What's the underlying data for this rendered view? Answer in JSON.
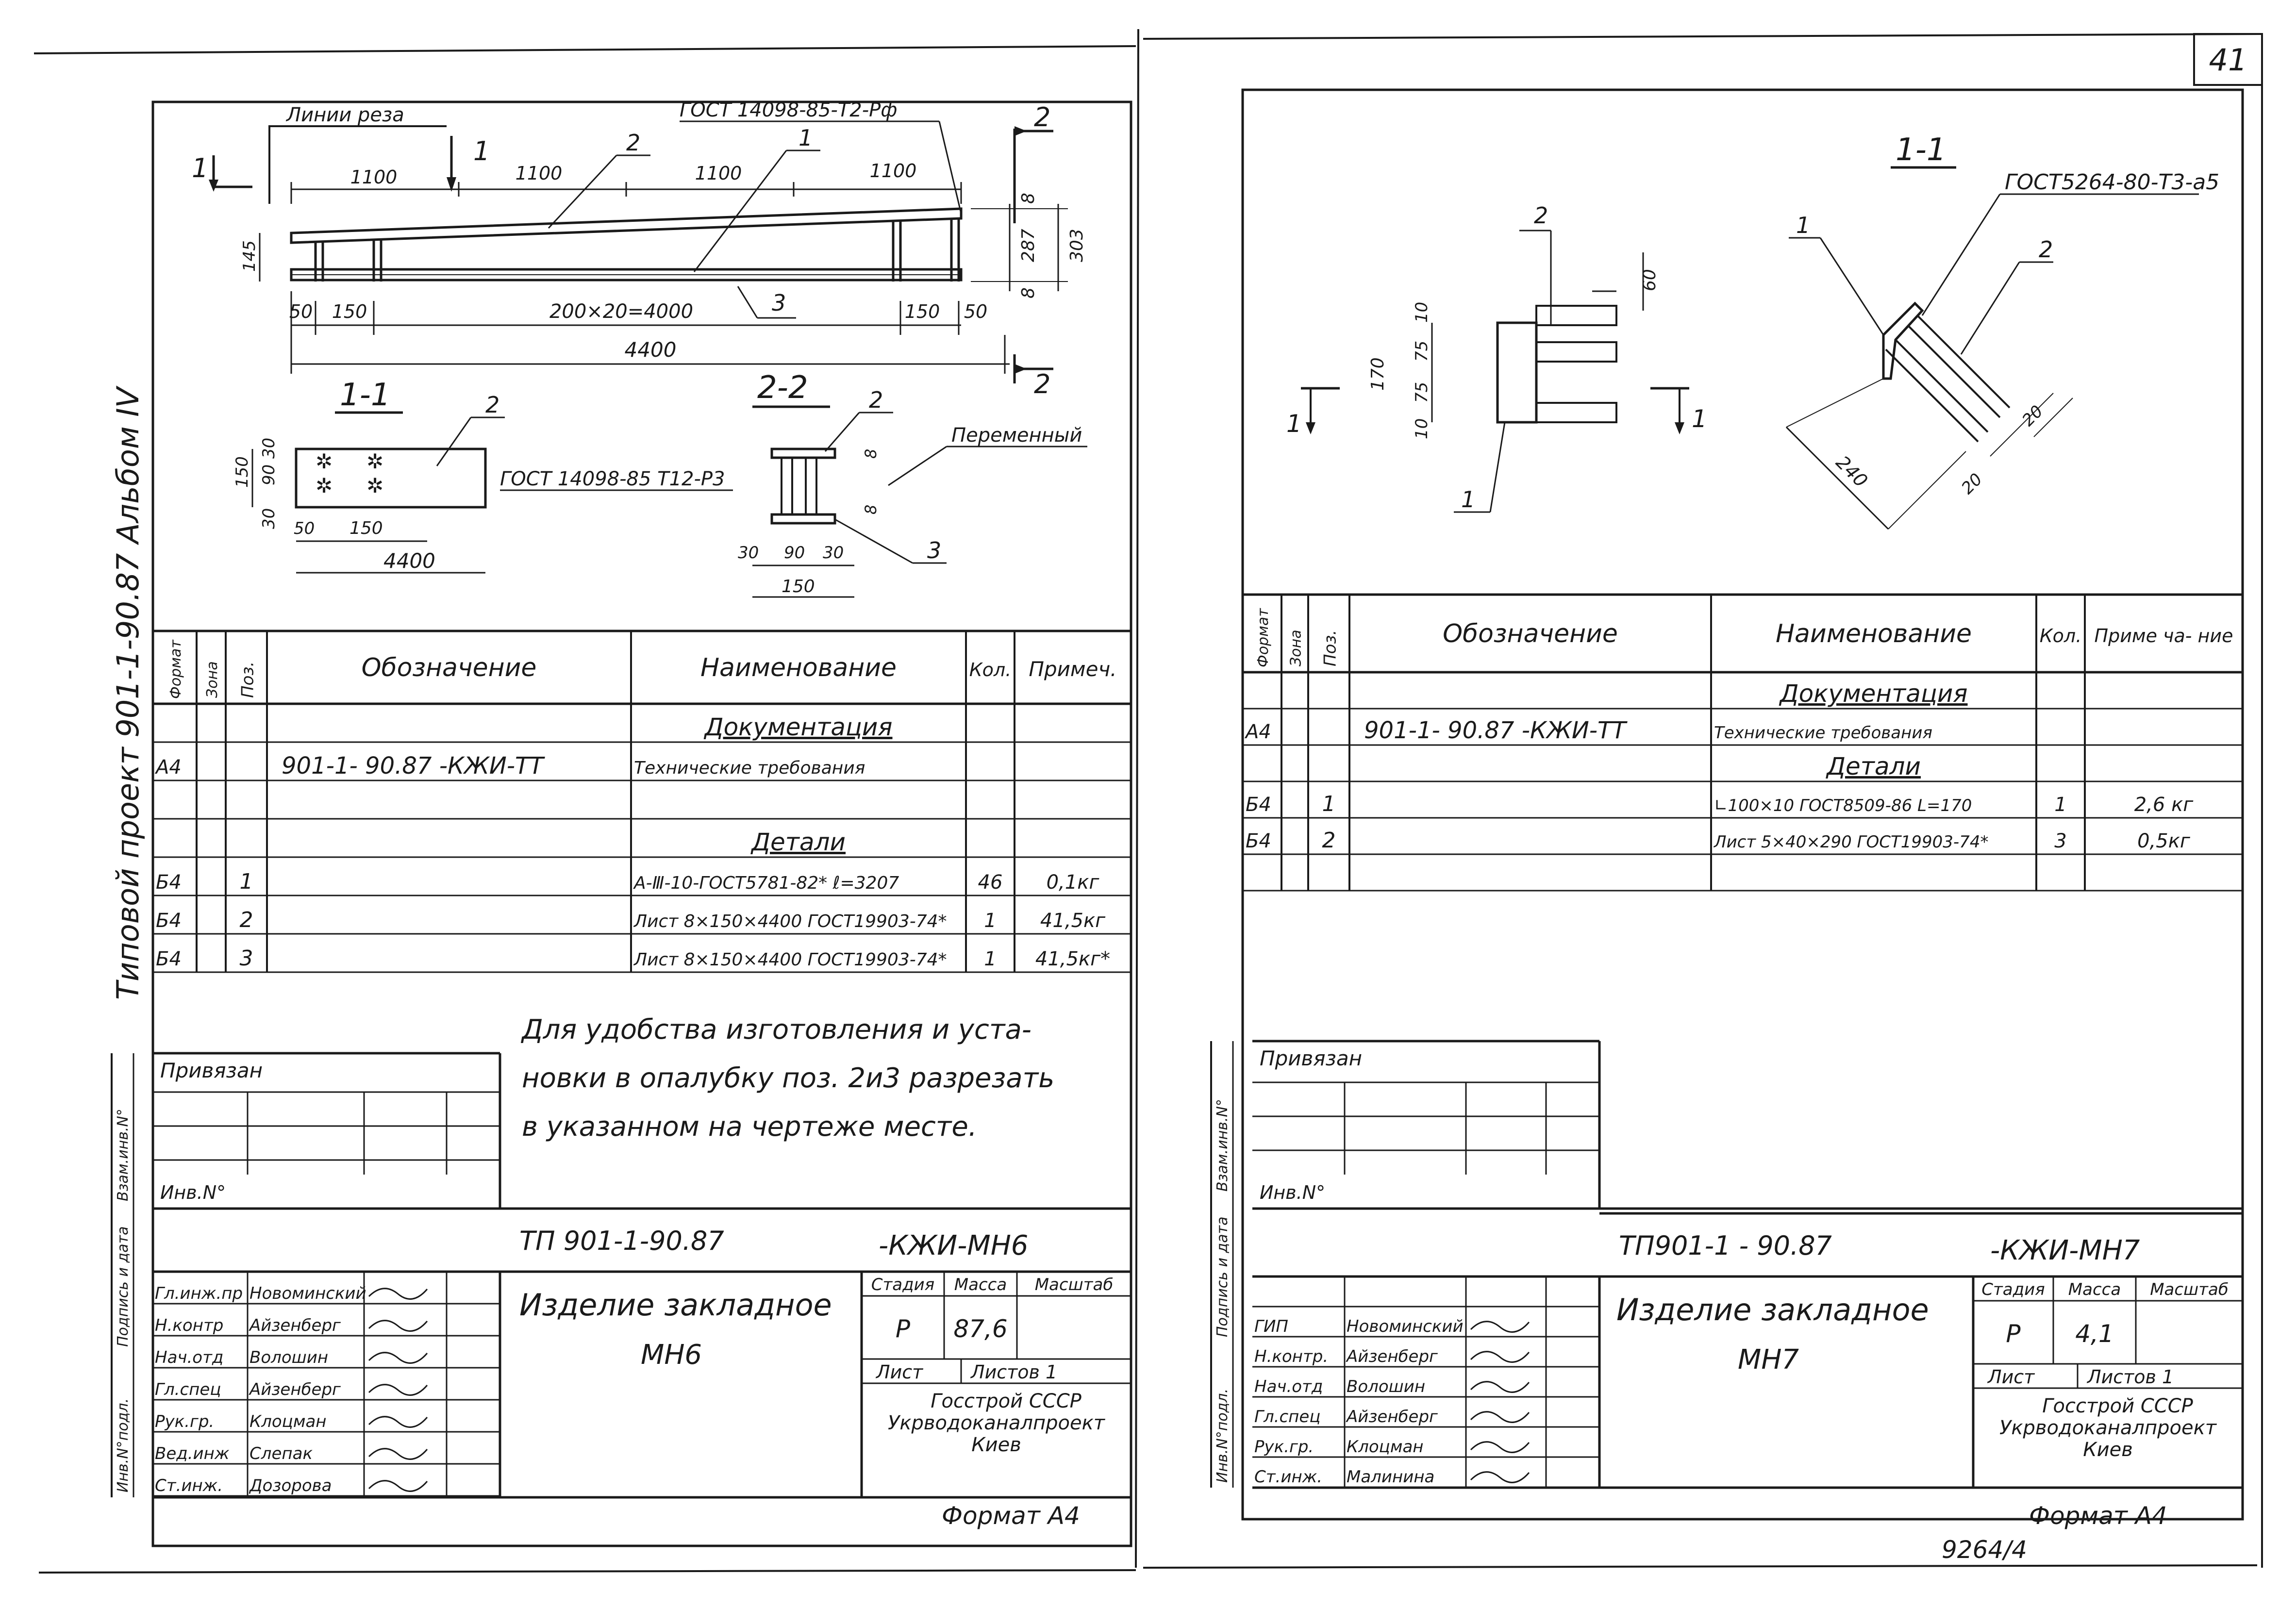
{
  "page_number": "41",
  "archive_number": "9264/4",
  "album_side_label": "Типовой проект 901-1-90.87   Альбом IV",
  "left": {
    "drawing": {
      "cut_lines_label": "Линии реза",
      "weld_ref_top": "ГОСТ 14098-85-Т2-Рф",
      "weld_ref_mid": "ГОСТ 14098-85 Т12-Р3",
      "variable_label": "Переменный",
      "section_11": "1-1",
      "section_22": "2-2",
      "dims_top": [
        "1100",
        "1100",
        "1100",
        "1100"
      ],
      "dims_bottom": [
        "50",
        "150",
        "200×20=4000",
        "150",
        "50"
      ],
      "dim_total": "4400",
      "dims_right": [
        "8",
        "287",
        "8",
        "303"
      ],
      "dim_left_height": "145",
      "sec11_dims": [
        "30",
        "90",
        "30",
        "150",
        "50",
        "150",
        "4400"
      ],
      "sec22_dims": [
        "30",
        "90",
        "30",
        "150",
        "8",
        "8"
      ],
      "pos_marks": [
        "1",
        "2",
        "3",
        "2",
        "3",
        "2"
      ],
      "section_arrow_marks": [
        "1",
        "1",
        "2",
        "2"
      ]
    },
    "spec": {
      "headers": [
        "Формат",
        "Зона",
        "Поз.",
        "Обозначение",
        "Наименование",
        "Кол.",
        "Примеч."
      ],
      "rows": [
        {
          "fmt": "",
          "zone": "",
          "pos": "",
          "code": "",
          "name": "Документация",
          "qty": "",
          "note": "",
          "section": true
        },
        {
          "fmt": "А4",
          "zone": "",
          "pos": "",
          "code": "901-1- 90.87   -КЖИ-ТТ",
          "name": "Технические требования",
          "qty": "",
          "note": "",
          "section": false
        },
        {
          "fmt": "",
          "zone": "",
          "pos": "",
          "code": "",
          "name": "",
          "qty": "",
          "note": "",
          "section": false
        },
        {
          "fmt": "",
          "zone": "",
          "pos": "",
          "code": "",
          "name": "Детали",
          "qty": "",
          "note": "",
          "section": true
        },
        {
          "fmt": "Б4",
          "zone": "",
          "pos": "1",
          "code": "",
          "name": "А-Ⅲ-10-ГОСТ5781-82* ℓ=3207",
          "qty": "46",
          "note": "0,1кг",
          "section": false
        },
        {
          "fmt": "Б4",
          "zone": "",
          "pos": "2",
          "code": "",
          "name": "Лист 8×150×4400 ГОСТ19903-74*",
          "qty": "1",
          "note": "41,5кг",
          "section": false
        },
        {
          "fmt": "Б4",
          "zone": "",
          "pos": "3",
          "code": "",
          "name": "Лист 8×150×4400 ГОСТ19903-74*",
          "qty": "1",
          "note": "41,5кг*",
          "section": false
        }
      ]
    },
    "note_lines": [
      "Для удобства изготовления и уста-",
      "новки в опалубку поз. 2и3 разрезать",
      "в указанном на чертеже месте."
    ],
    "tb": {
      "privyazan": "Привязан",
      "inv": "Инв.N°",
      "project": "ТП 901-1-90.87",
      "code": "-КЖИ-МН6",
      "title_line1": "Изделие  закладное",
      "title_line2": "МН6",
      "stage_header": "Стадия",
      "mass_header": "Масса",
      "scale_header": "Масштаб",
      "stage": "Р",
      "mass": "87,6",
      "sheet": "Лист",
      "sheets": "Листов 1",
      "org1": "Госстрой СССР",
      "org2": "Укрводоканалпроект",
      "org3": "Киев",
      "roles": [
        "Гл.инж.пр",
        "Н.контр",
        "Нач.отд",
        "Гл.спец",
        "Рук.гр.",
        "Вед.инж",
        "Ст.инж."
      ],
      "names": [
        "Новоминский",
        "Айзенберг",
        "Волошин",
        "Айзенберг",
        "Клоцман",
        "Слепак",
        "Дозорова"
      ],
      "format": "Формат А4",
      "side_stamps": [
        "Инв.N°подл.",
        "Подпись и дата",
        "Взам.инв.N°"
      ]
    }
  },
  "right": {
    "drawing": {
      "section_11": "1-1",
      "weld_ref": "ГОСТ5264-80-Т3-а5",
      "dims_left": [
        "10",
        "75",
        "75",
        "10",
        "170"
      ],
      "dim_60": "60",
      "dim_240": "240",
      "dim_20a": "20",
      "dim_20b": "20",
      "pos_marks": [
        "2",
        "1",
        "1",
        "2"
      ],
      "section_arrow_marks": [
        "1",
        "1"
      ]
    },
    "spec": {
      "headers": [
        "Формат",
        "Зона",
        "Поз.",
        "Обозначение",
        "Наименование",
        "Кол.",
        "Приме ча- ние"
      ],
      "rows": [
        {
          "fmt": "",
          "zone": "",
          "pos": "",
          "code": "",
          "name": "Документация",
          "qty": "",
          "note": "",
          "section": true
        },
        {
          "fmt": "А4",
          "zone": "",
          "pos": "",
          "code": "901-1- 90.87   -КЖИ-ТТ",
          "name": "Технические требования",
          "qty": "",
          "note": "",
          "section": false
        },
        {
          "fmt": "",
          "zone": "",
          "pos": "",
          "code": "",
          "name": "Детали",
          "qty": "",
          "note": "",
          "section": true
        },
        {
          "fmt": "Б4",
          "zone": "",
          "pos": "1",
          "code": "",
          "name": "∟100×10 ГОСТ8509-86 L=170",
          "qty": "1",
          "note": "2,6 кг",
          "section": false
        },
        {
          "fmt": "Б4",
          "zone": "",
          "pos": "2",
          "code": "",
          "name": "Лист 5×40×290 ГОСТ19903-74*",
          "qty": "3",
          "note": "0,5кг",
          "section": false
        },
        {
          "fmt": "",
          "zone": "",
          "pos": "",
          "code": "",
          "name": "",
          "qty": "",
          "note": "",
          "section": false
        }
      ]
    },
    "tb": {
      "privyazan": "Привязан",
      "inv": "Инв.N°",
      "project": "ТП901-1 - 90.87",
      "code": "-КЖИ-МН7",
      "title_line1": "Изделие закладное",
      "title_line2": "МН7",
      "stage_header": "Стадия",
      "mass_header": "Масса",
      "scale_header": "Масштаб",
      "stage": "Р",
      "mass": "4,1",
      "sheet": "Лист",
      "sheets": "Листов 1",
      "org1": "Госстрой СССР",
      "org2": "Укрводоканалпроект",
      "org3": "Киев",
      "roles": [
        "ГИП",
        "Н.контр.",
        "Нач.отд",
        "Гл.спец",
        "Рук.гр.",
        "Ст.инж."
      ],
      "names": [
        "Новоминский",
        "Айзенберг",
        "Волошин",
        "Айзенберг",
        "Клоцман",
        "Малинина"
      ],
      "format": "Формат А4",
      "side_stamps": [
        "Инв.N°подл.",
        "Подпись и дата",
        "Взам.инв.N°"
      ]
    }
  }
}
